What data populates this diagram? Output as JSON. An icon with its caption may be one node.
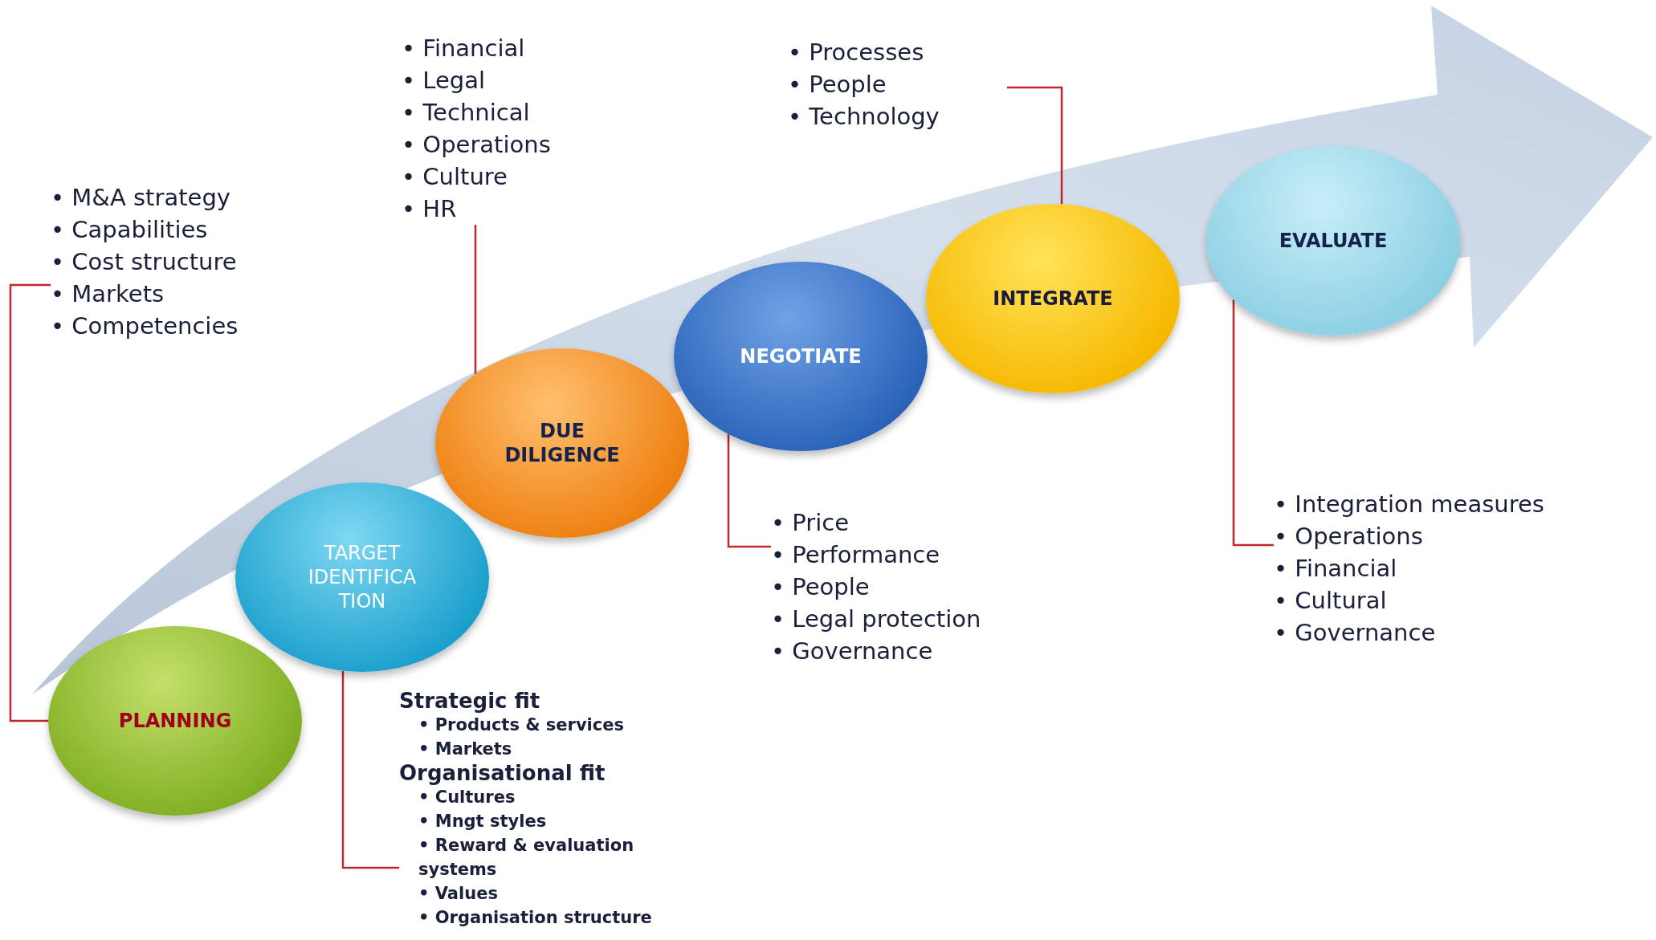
{
  "diagram": {
    "nodes": [
      {
        "text": [
          "PLANNING"
        ]
      },
      {
        "text": [
          "TARGET IDENTIFICA TION"
        ]
      },
      {
        "text": [
          "DUE DILIGENCE"
        ]
      },
      {
        "text": [
          "NEGOTIATE"
        ]
      },
      {
        "text": [
          "INTEGRATE"
        ]
      },
      {
        "text": [
          "EVALUATE"
        ]
      },
      {
        "text": [
          "• M&A strategy",
          "• Capabilities",
          "• Cost structure",
          "• Markets",
          "• Competencies"
        ]
      },
      {
        "text": [
          "Strategic fit",
          "• Products & services",
          "• Markets",
          "Organisational fit",
          "• Cultures",
          "• Mngt styles",
          "• Reward & evaluation systems",
          "• Values",
          "• Organisation structure"
        ]
      },
      {
        "text": [
          "• Financial",
          "• Legal",
          "• Technical",
          "• Operations",
          "• Culture",
          "• HR"
        ]
      },
      {
        "text": [
          "• Price",
          "• Performance",
          "• People",
          "• Legal protection",
          "• Governance"
        ]
      },
      {
        "text": [
          "• Processes",
          "• People",
          "• Technology"
        ]
      },
      {
        "text": [
          "• Integration measures",
          "• Operations",
          "• Financial",
          "• Cultural",
          "• Governance"
        ]
      }
    ],
    "edges": [
      {
        "from": 6,
        "to": 0,
        "arrow": "none"
      },
      {
        "from": 7,
        "to": 1,
        "arrow": "none"
      },
      {
        "from": 8,
        "to": 2,
        "arrow": "none"
      },
      {
        "from": 9,
        "to": 3,
        "arrow": "none"
      },
      {
        "from": 10,
        "to": 4,
        "arrow": "none"
      },
      {
        "from": 11,
        "to": 5,
        "arrow": "none"
      }
    ]
  }
}
